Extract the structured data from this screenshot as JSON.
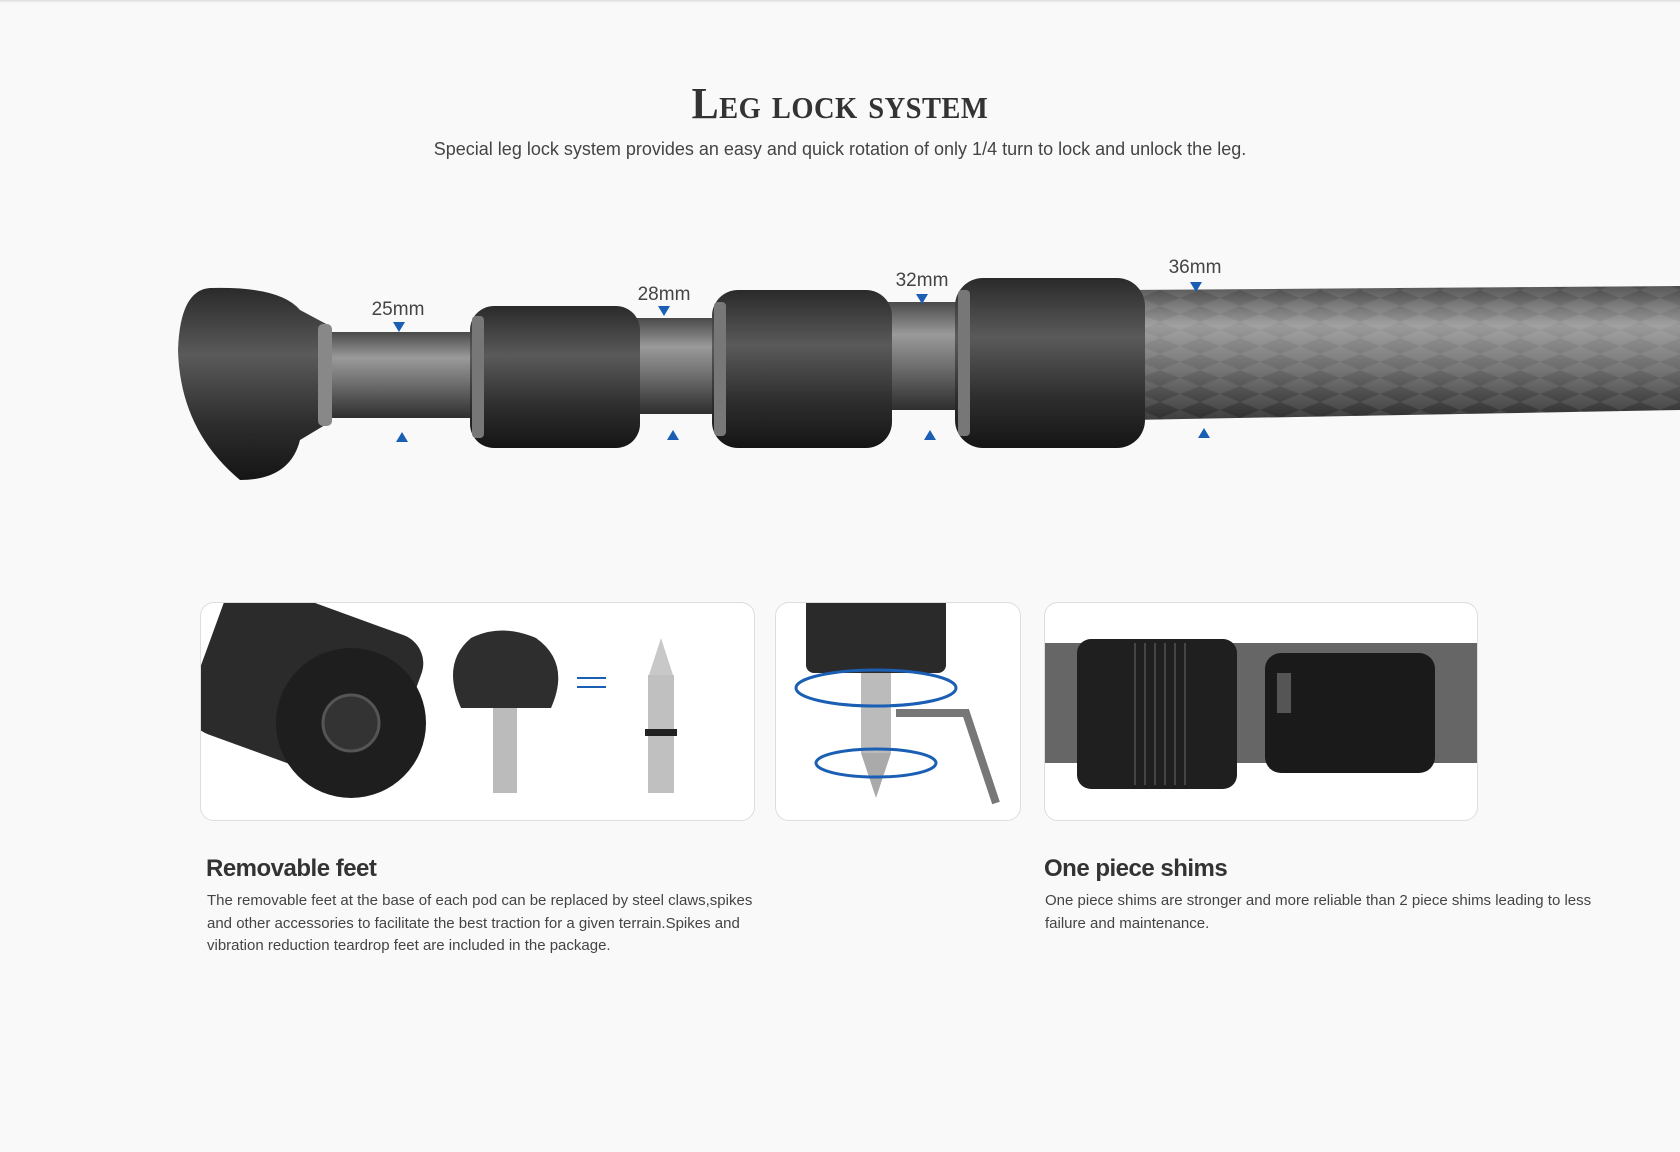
{
  "header": {
    "title": "Leg lock system",
    "subtitle": "Special leg lock system provides an easy and quick rotation of only 1/4 turn to  lock and unlock the leg."
  },
  "leg_diagram": {
    "labels": [
      "25mm",
      "28mm",
      "32mm",
      "36mm"
    ],
    "arrow_color": "#1a5fb4"
  },
  "features": [
    {
      "title": "Removable feet",
      "text": "The removable feet at the base of each pod can be replaced by steel claws,spikes and other accessories to facilitate the best traction for a given terrain.Spikes and vibration reduction teardrop feet are included in the package."
    },
    {
      "title": "One piece shims",
      "text": "One piece shims are stronger and more reliable than 2 piece shims leading to less failure and maintenance."
    }
  ]
}
